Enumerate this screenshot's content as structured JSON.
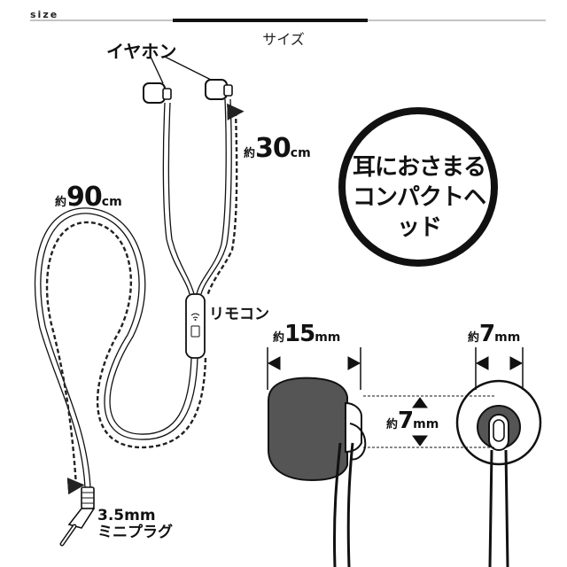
{
  "header": {
    "label": "size",
    "subtitle": "サイズ"
  },
  "labels": {
    "earphone": "イヤホン",
    "remote": "リモコン",
    "plug_line1": "3.5mm",
    "plug_line2": "ミニプラグ"
  },
  "measurements": {
    "cable_upper": {
      "prefix": "約",
      "value": "30",
      "unit": "cm"
    },
    "cable_total": {
      "prefix": "約",
      "value": "90",
      "unit": "cm"
    },
    "tip_length": {
      "prefix": "約",
      "value": "15",
      "unit": "mm"
    },
    "tip_width": {
      "prefix": "約",
      "value": "7",
      "unit": "mm"
    },
    "tip_height": {
      "prefix": "約",
      "value": "7",
      "unit": "mm"
    }
  },
  "badge": {
    "line1": "耳におさまる",
    "line2": "コンパクトヘッド"
  }
}
